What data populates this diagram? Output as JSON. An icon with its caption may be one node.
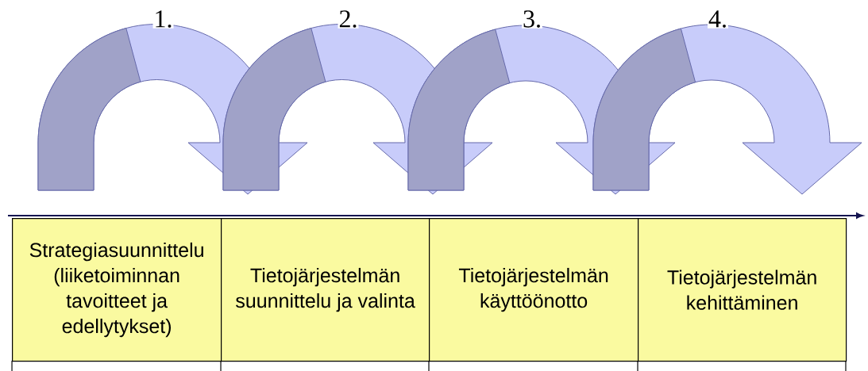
{
  "diagram": {
    "nodes": [
      {
        "text": [
          "Strategiasuunnittelu (liiketoiminnan tavoitteet ja edellytykset)"
        ]
      },
      {
        "text": [
          "Tietojärjestelmän suunnittelu ja valinta"
        ]
      },
      {
        "text": [
          "Tietojärjestelmän käyttöönotto"
        ]
      },
      {
        "text": [
          "Tietojärjestelmän kehittäminen"
        ]
      }
    ],
    "edges": [
      {
        "from": 0,
        "to": 1,
        "arrow": "to",
        "label": "1."
      },
      {
        "from": 1,
        "to": 2,
        "arrow": "to",
        "label": "2."
      },
      {
        "from": 2,
        "to": 3,
        "arrow": "to",
        "label": "3."
      },
      {
        "from": null,
        "to": 3,
        "arrow": "to",
        "label": "4."
      }
    ]
  }
}
